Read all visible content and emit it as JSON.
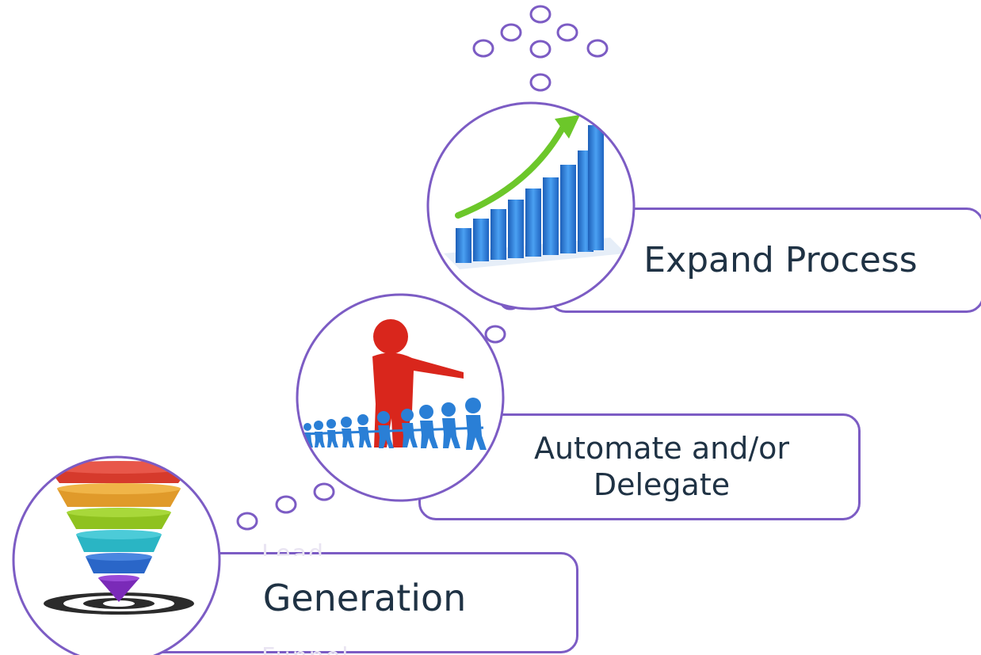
{
  "colors": {
    "outline": "#7c5cc4",
    "text": "#1f3244",
    "bar_blue": "#2f7fe0",
    "arrow_green": "#6cc72a",
    "leader_red": "#d9261c",
    "follower_blue": "#2a7fd6"
  },
  "steps": [
    {
      "label": "Generation",
      "icon": "sales-funnel-icon"
    },
    {
      "label": "Automate and/or\nDelegate",
      "icon": "team-leader-icon"
    },
    {
      "label": "Expand Process",
      "icon": "growth-chart-icon"
    }
  ],
  "ghost_text": {
    "above": "Lead",
    "below": "Funnel"
  }
}
